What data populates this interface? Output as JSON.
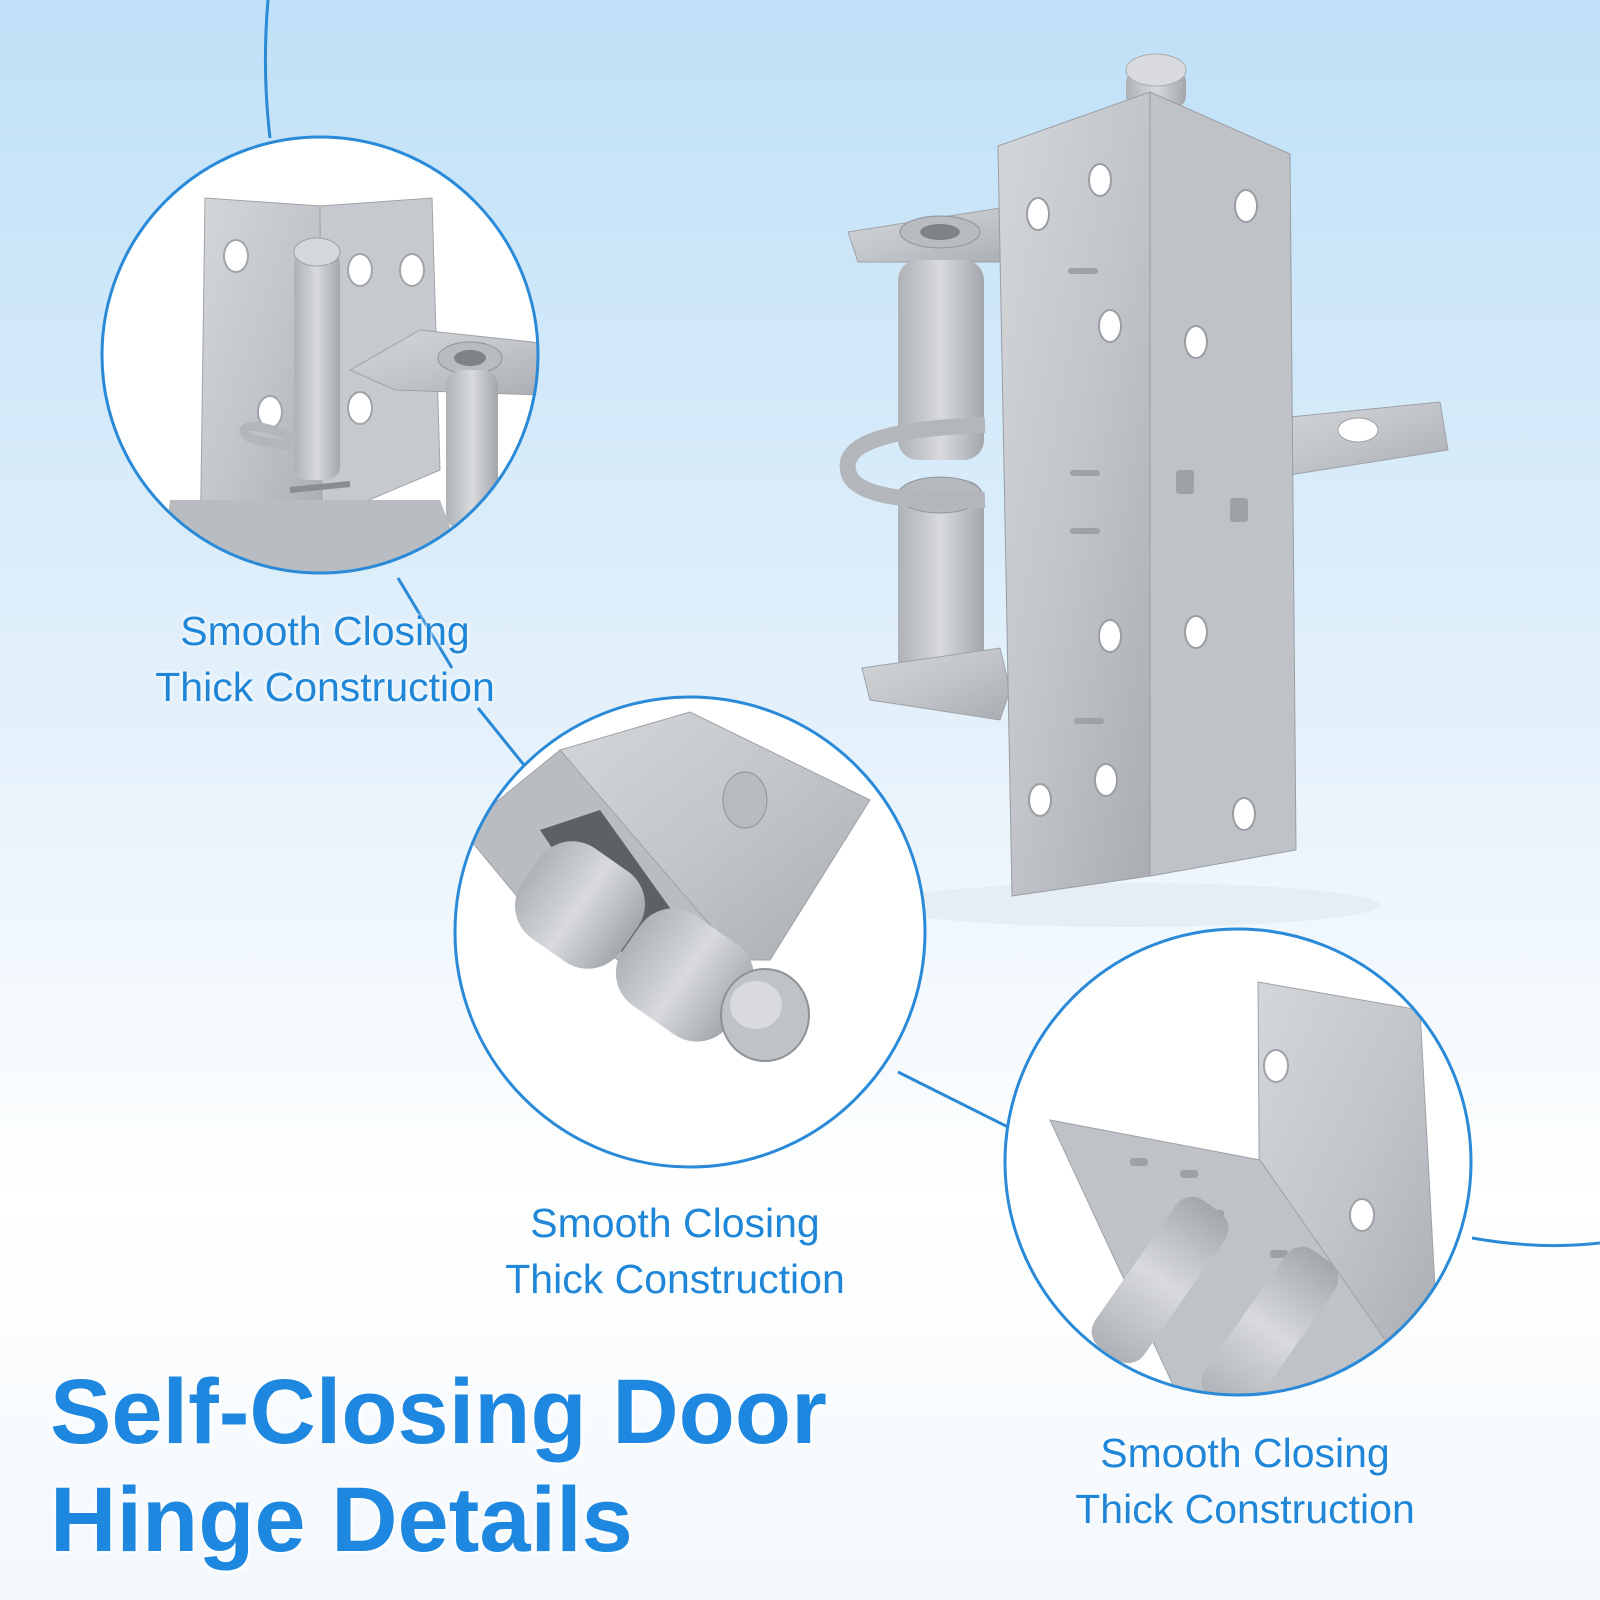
{
  "headline": {
    "line1": "Self-Closing Door",
    "line2": "Hinge Details"
  },
  "callouts": [
    {
      "line1": "Smooth Closing",
      "line2": "Thick Construction"
    },
    {
      "line1": "Smooth Closing",
      "line2": "Thick Construction"
    },
    {
      "line1": "Smooth Closing",
      "line2": "Thick Construction"
    }
  ],
  "colors": {
    "accent": "#1e88e0",
    "ring": "#2a8ad8",
    "metal": "#c5c8cc",
    "metal_dark": "#9a9ea3",
    "background_top": "#bfe0f7"
  }
}
